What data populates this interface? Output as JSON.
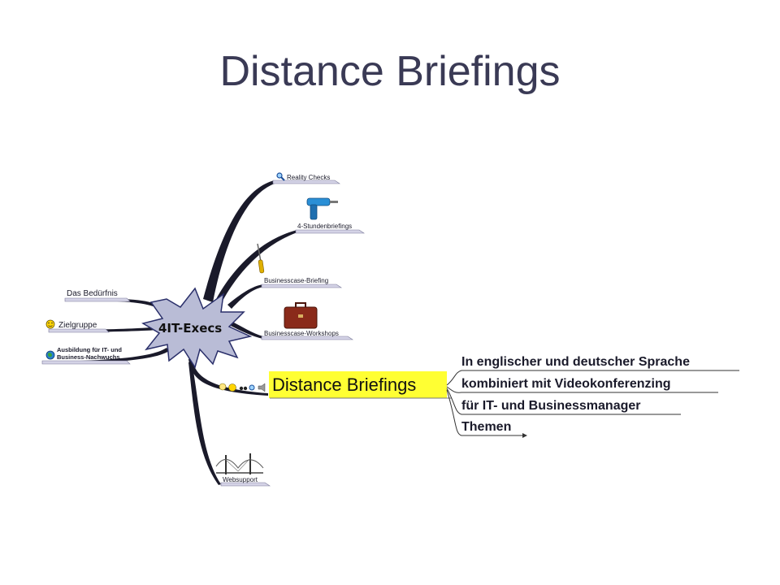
{
  "slide": {
    "title": "Distance Briefings"
  },
  "mindmap": {
    "central": "4IT-Execs",
    "left_branches": [
      {
        "label": "Das Bedürfnis"
      },
      {
        "label": "Zielgruppe",
        "icon": "smiley-icon"
      },
      {
        "label_line1": "Ausbildung für IT- und",
        "label_line2": "Business-Nachwuchs",
        "icon": "globe-icon"
      }
    ],
    "right_branches": [
      {
        "label": "Reality Checks",
        "icon": "magnifier-icon"
      },
      {
        "label": "4-Stundenbriefings",
        "icon": "drill-icon"
      },
      {
        "label": "Businesscase-Briefing",
        "icon": "screwdriver-icon"
      },
      {
        "label": "Businesscase-Workshops",
        "icon": "briefcase-icon"
      },
      {
        "label": "Websupport",
        "icon": "bridge-icon"
      }
    ],
    "focus": {
      "label": "Distance Briefings",
      "highlight": "#ffff33",
      "sub_items": [
        "In englischer und deutscher Sprache",
        "kombiniert mit Videokonferenzing",
        "für IT- und Businessmanager",
        "Themen"
      ]
    }
  },
  "colors": {
    "title": "#3a3a55",
    "starburst": "#b9bcd6",
    "branch": "#1a1a2a",
    "label_bg": "#d4d3e6"
  }
}
